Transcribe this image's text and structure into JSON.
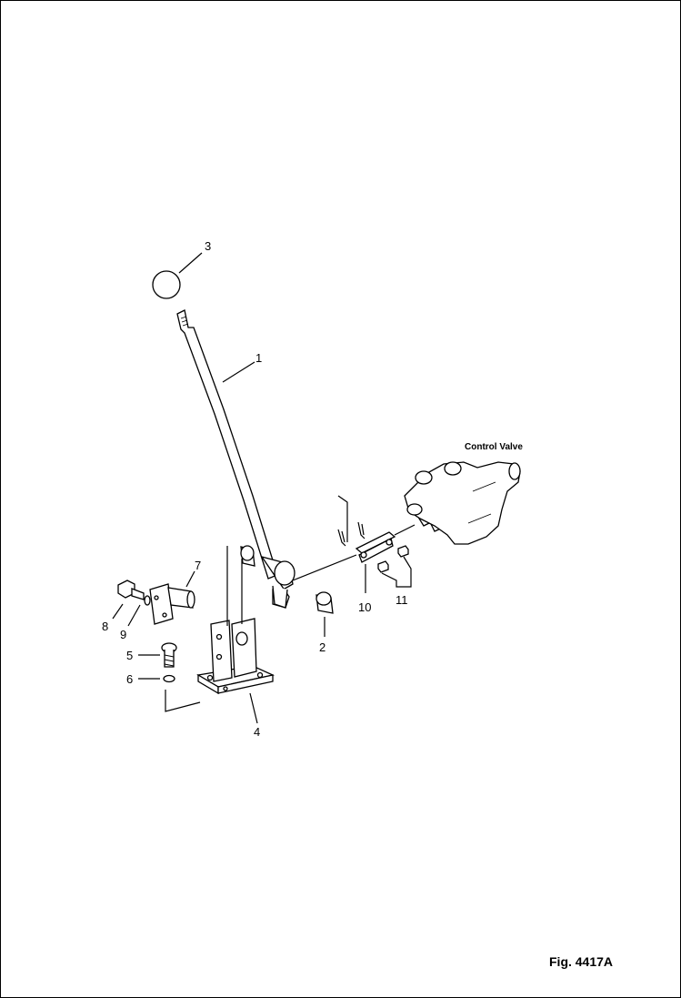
{
  "diagram": {
    "parts": [
      {
        "number": "1",
        "name": "control-lever"
      },
      {
        "number": "2",
        "name": "bushing"
      },
      {
        "number": "3",
        "name": "knob"
      },
      {
        "number": "4",
        "name": "bracket"
      },
      {
        "number": "5",
        "name": "bolt"
      },
      {
        "number": "6",
        "name": "washer"
      },
      {
        "number": "7",
        "name": "pin"
      },
      {
        "number": "8",
        "name": "bolt"
      },
      {
        "number": "9",
        "name": "washer"
      },
      {
        "number": "10",
        "name": "link"
      },
      {
        "number": "11",
        "name": "bolts"
      }
    ],
    "control_valve_label": "Control Valve",
    "figure_label": "Fig. 4417A"
  }
}
